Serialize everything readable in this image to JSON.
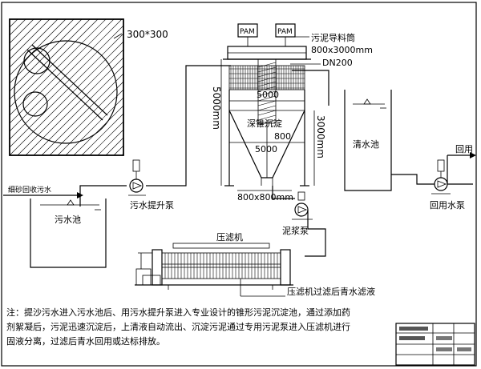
{
  "labels": {
    "manhole_size": "300*300",
    "pam_1": "PAM",
    "pam_2": "PAM",
    "sludge_guide_title": "污泥导料筒",
    "sludge_guide_size": "800x3000mm",
    "dn200": "DN200",
    "dim_5000_top": "5000",
    "dim_5000_side": "5000mm",
    "deep_settling": "深锥沉淀",
    "dim_800": "800",
    "dim_5000_mid": "5000",
    "dim_3000_side": "3000mm",
    "bottom_size": "800x800mm",
    "clear_tank": "清水池",
    "reuse": "回用",
    "reuse_pump": "回用水泵",
    "fine_sand": "细砂回收污水",
    "sewage_pump": "污水提升泵",
    "sewage_tank": "污水池",
    "sludge_pump": "泥浆泵",
    "filter_press": "压滤机",
    "filtrate": "压滤机过滤后青水滤液"
  },
  "note": "注：提沙污水进入污水池后、用污水提升泵进入专业设计的锥形污泥沉淀池，通过添加药剂絮凝后，污泥迅速沉淀后，上清液自动流出、沉淀污泥通过专用污泥泵进入压滤机进行固液分离，过滤后青水回用或达标排放。"
}
